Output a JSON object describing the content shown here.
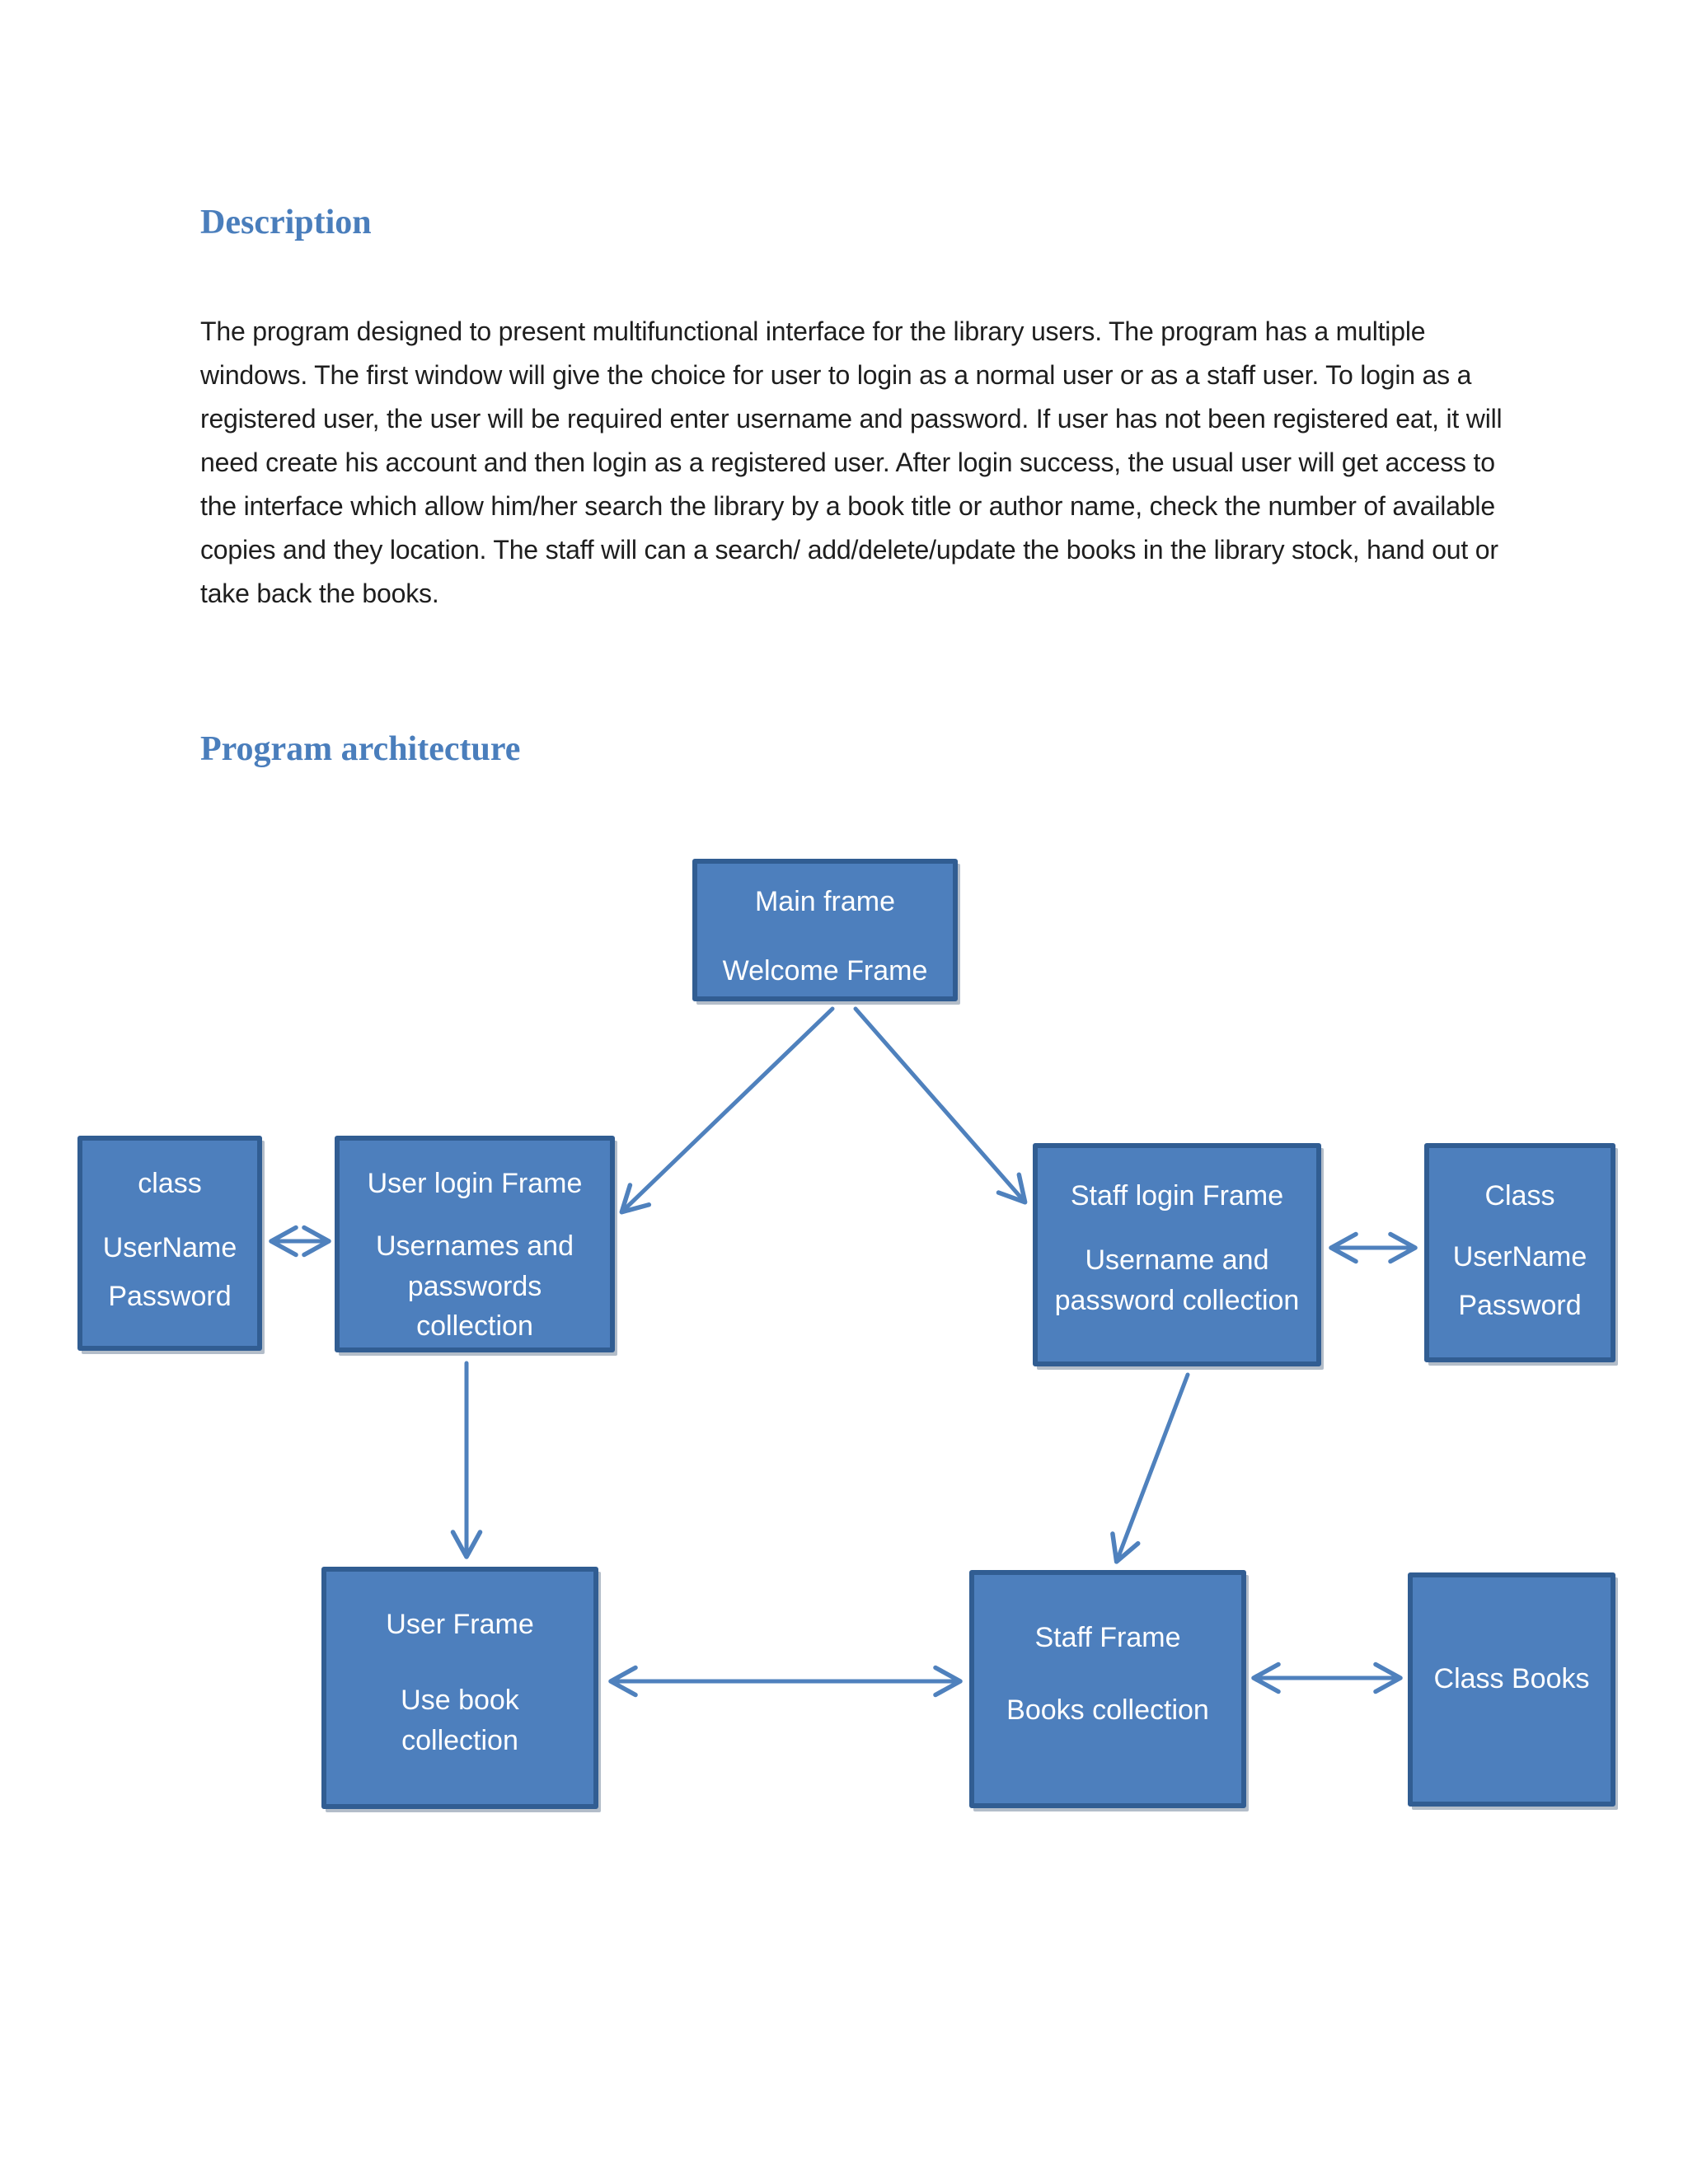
{
  "colors": {
    "heading_blue": "#4a7ebc",
    "node_fill": "#4d7fbd",
    "node_border": "#315d92",
    "arrow": "#4f81bd",
    "text": "#1e1e1e"
  },
  "document": {
    "heading_description": "Description",
    "paragraph": "The program designed to present multifunctional interface for the library users. The program has a multiple windows. The first window will give the choice for user to login as a normal user or  as a staff user. To login as a registered user, the user will be required enter username and password. If user has not been registered eat, it will need create his account and then login as a registered user.  After login success, the usual user will get access to the interface which allow him/her search the library by a book title or author name, check the number of available copies and they location. The staff will can a search/ add/delete/update the books in the library stock, hand out or take back the books.",
    "heading_architecture": "Program architecture"
  },
  "diagram": {
    "nodes": {
      "main_frame": {
        "title": "Main frame",
        "subtitle": "Welcome Frame"
      },
      "class_user": {
        "title": "class",
        "field1": "UserName",
        "field2": "Password"
      },
      "user_login": {
        "title": "User login Frame",
        "subtitle": "Usernames and passwords collection"
      },
      "staff_login": {
        "title": "Staff login Frame",
        "subtitle": "Username and password collection"
      },
      "class_staff": {
        "title": "Class",
        "field1": "UserName",
        "field2": "Password"
      },
      "user_frame": {
        "title": "User Frame",
        "subtitle": "Use book collection"
      },
      "staff_frame": {
        "title": "Staff Frame",
        "subtitle": "Books collection"
      },
      "class_books": {
        "title": "Class Books"
      }
    }
  }
}
